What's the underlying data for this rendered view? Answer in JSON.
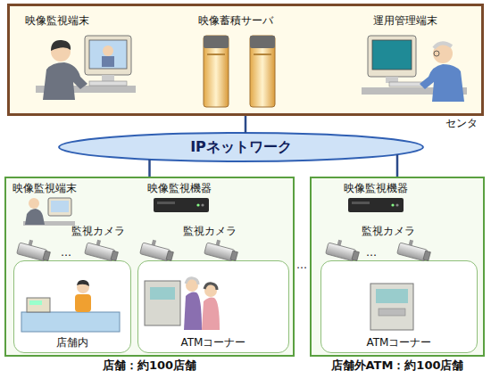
{
  "diagram": {
    "nodes": [
      {
        "text": [
          "センタ"
        ]
      },
      {
        "text": [
          "IPネットワーク"
        ]
      },
      {
        "text": [
          "店舗：約100店舗"
        ]
      },
      {
        "text": [
          "店舗内"
        ],
        "in": 2
      },
      {
        "text": [
          "ATMコーナー"
        ],
        "in": 2
      },
      {
        "text": [
          "店舗外ATM：約100店舗"
        ]
      },
      {
        "text": [
          "ATMコーナー"
        ],
        "in": 5
      }
    ],
    "edges": [
      {
        "from": 1,
        "to": 0,
        "arrow": "none"
      },
      {
        "from": 1,
        "to": 2,
        "arrow": "none"
      },
      {
        "from": 1,
        "to": 5,
        "arrow": "none"
      }
    ],
    "labels": [
      "映像監視端末",
      "映像蓄積サーバ",
      "運用管理端末",
      "映像監視端末",
      "映像監視機器",
      "監視カメラ",
      "監視カメラ",
      "…",
      "…",
      "映像監視機器",
      "監視カメラ",
      "…"
    ]
  }
}
